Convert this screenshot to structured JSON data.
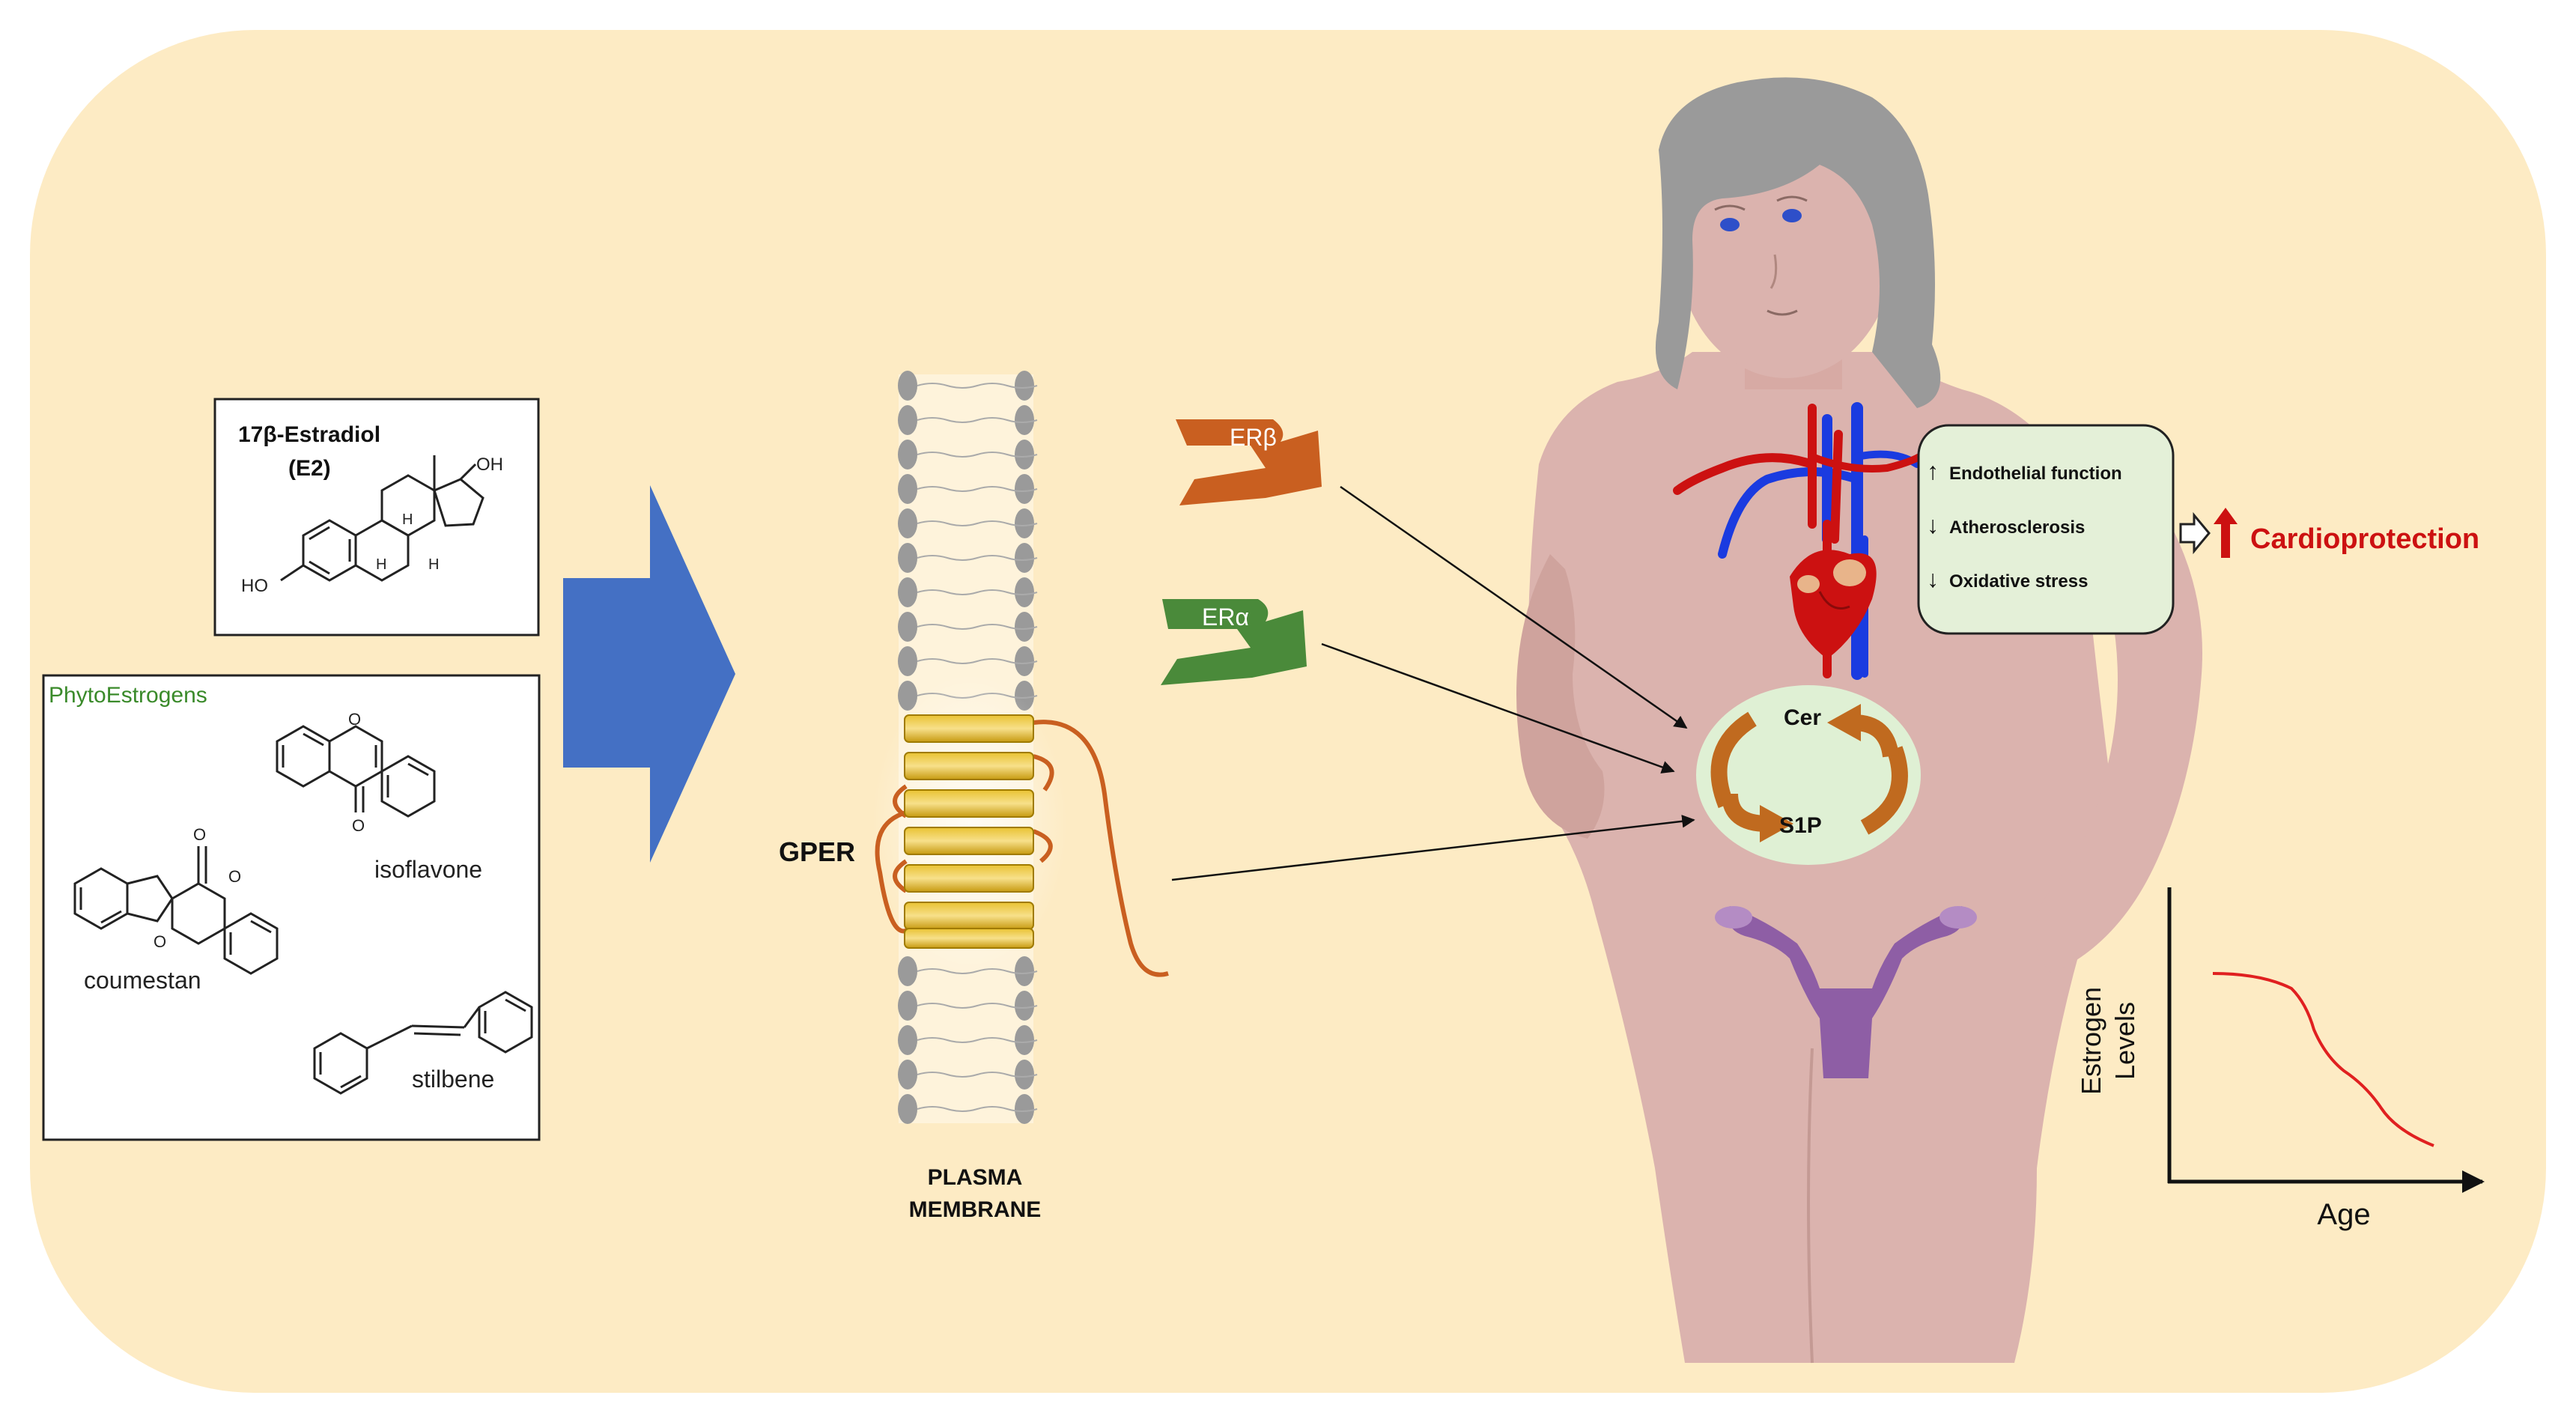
{
  "estradiol": {
    "title": "17β-Estradiol",
    "abbrev": "(E2)",
    "oh": "OH",
    "ho": "HO",
    "h": "H"
  },
  "phyto": {
    "title": "PhytoEstrogens",
    "isoflavone": "isoflavone",
    "coumestan": "coumestan",
    "stilbene": "stilbene",
    "o": "O"
  },
  "membrane": {
    "line1": "PLASMA",
    "line2": "MEMBRANE",
    "gper": "GPER"
  },
  "receptors": {
    "erb": "ERβ",
    "era": "ERα"
  },
  "cycle": {
    "cer": "Cer",
    "s1p": "S1P"
  },
  "effects": {
    "items": [
      {
        "dir": "↑",
        "label": "Endothelial function"
      },
      {
        "dir": "↓",
        "label": "Atherosclerosis"
      },
      {
        "dir": "↓",
        "label": "Oxidative stress"
      }
    ],
    "outcome": "Cardioprotection"
  },
  "graph": {
    "ylabel_1": "Estrogen",
    "ylabel_2": "Levels",
    "xlabel": "Age"
  },
  "colors": {
    "background": "#fdebc4",
    "arrow_blue": "#4470c4",
    "er_beta": "#c95f20",
    "er_alpha": "#4a8a3a",
    "phyto_title": "#3a8a2a",
    "cardio_red": "#cc1111",
    "body_pink": "#dbb3ae",
    "hair_gray": "#9a9a9a",
    "effects_box": "#e4f0d8",
    "cycle_fill": "#dff0d4",
    "cycle_arrow": "#c06a1f",
    "curve_red": "#e02020"
  }
}
